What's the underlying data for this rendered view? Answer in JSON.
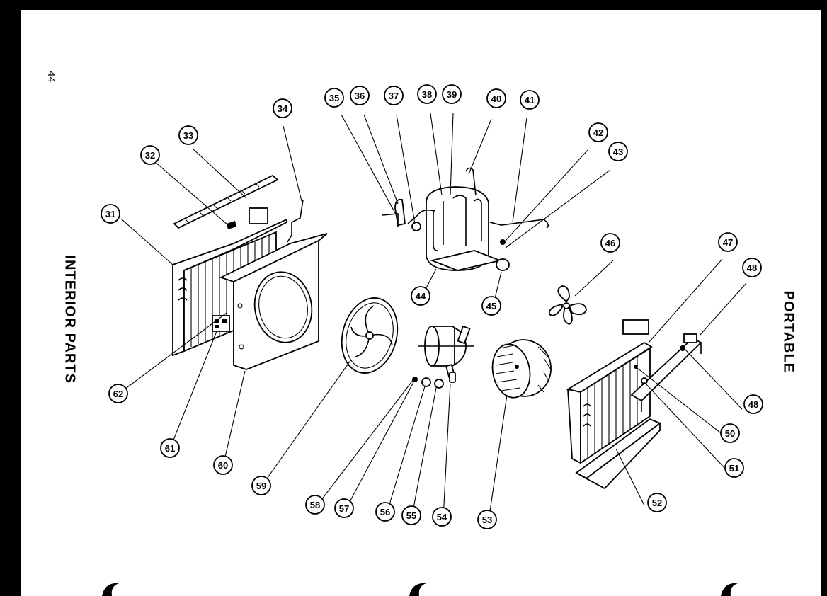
{
  "page_number": "44",
  "left_title": "INTERIOR PARTS",
  "right_title": "PORTABLE",
  "callouts": {
    "c31": "31",
    "c32": "32",
    "c33": "33",
    "c34": "34",
    "c35": "35",
    "c36": "36",
    "c37": "37",
    "c38": "38",
    "c39": "39",
    "c40": "40",
    "c41": "41",
    "c42": "42",
    "c43": "43",
    "c44": "44",
    "c45": "45",
    "c46": "46",
    "c47": "47",
    "c48a": "48",
    "c48b": "48",
    "c50": "50",
    "c51": "51",
    "c52": "52",
    "c53": "53",
    "c54": "54",
    "c55": "55",
    "c56": "56",
    "c57": "57",
    "c58": "58",
    "c59": "59",
    "c60": "60",
    "c61": "61",
    "c62": "62"
  }
}
